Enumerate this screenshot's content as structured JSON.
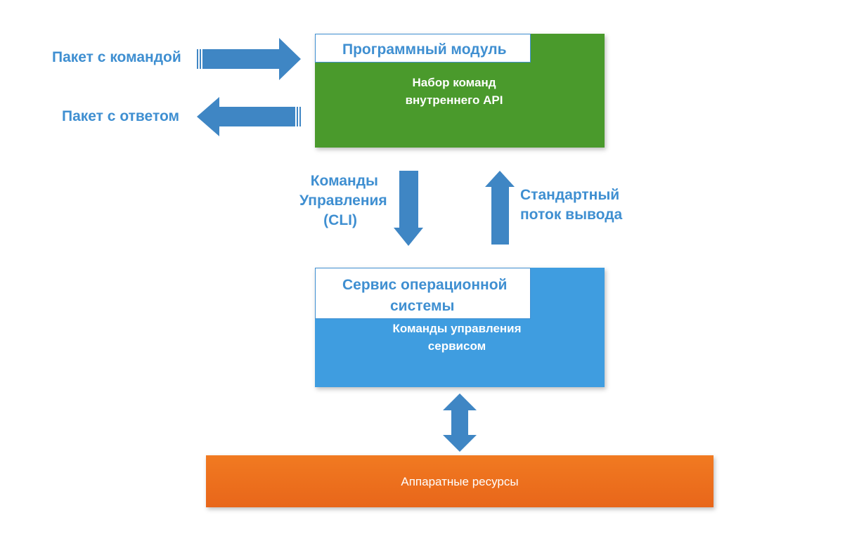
{
  "labels": {
    "packet_command": "Пакет с командой",
    "packet_answer": "Пакет с ответом",
    "cli_line1": "Команды",
    "cli_line2": "Управления",
    "cli_line3": "(CLI)",
    "stdout_line1": "Стандартный",
    "stdout_line2": "поток вывода"
  },
  "program_module": {
    "title": "Программный модуль",
    "body_line1": "Набор команд",
    "body_line2": "внутреннего API"
  },
  "os_service": {
    "title_line1": "Сервис операционной",
    "title_line2": "системы",
    "body_line1": "Команды управления",
    "body_line2": "сервисом"
  },
  "hardware": {
    "label": "Аппаратные ресурсы"
  },
  "colors": {
    "arrow": "#3f86c4",
    "label_text": "#3f8fd1",
    "program_module_fill": "#4a9a2c",
    "os_service_fill": "#3f9de0",
    "hardware_fill": "#ee7320"
  }
}
